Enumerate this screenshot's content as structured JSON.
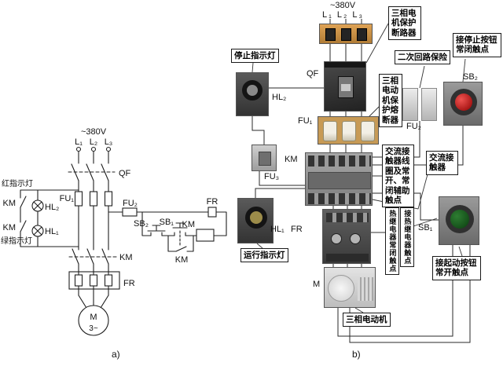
{
  "schematic": {
    "voltage": "~380V",
    "phases": [
      "L₁",
      "L₂",
      "L₃"
    ],
    "labels": {
      "qf": "QF",
      "fu1": "FU₁",
      "fu2": "FU₂",
      "km": "KM",
      "hl2": "HL₂",
      "hl1": "HL₁",
      "sb2": "SB₂",
      "sb1": "SB₁",
      "fr": "FR",
      "motor": "M",
      "motor_phase": "3~",
      "red_light": "红指示灯",
      "green_light": "绿指示灯"
    },
    "caption": "a)"
  },
  "wiring": {
    "voltage": "~380V",
    "phases": "L₁ L₂ L₃",
    "labels": {
      "qf": "QF",
      "fu1": "FU₁",
      "fu2": "FU₂",
      "fu3": "FU₃",
      "km": "KM",
      "fr": "FR",
      "hl1": "HL₁",
      "hl2": "HL₂",
      "sb1": "SB₁",
      "sb2": "SB₂",
      "m": "M"
    },
    "callouts": {
      "breaker": "三相电机保护断路器",
      "stop_light": "停止指示灯",
      "secondary_fuse": "二次回路保险",
      "stop_button": "接停止按钮常闭触点",
      "motor_fuse": "三相电动机保护熔断器",
      "coil_aux": "交流接触器线圈及常开、常闭辅助触点",
      "contactor": "交流接触器",
      "run_light": "运行指示灯",
      "thermal_nc": "热继电器常闭触点",
      "thermal_connect": "接热继电器触点",
      "start_button": "接起动按钮常开触点",
      "motor": "三相电动机"
    },
    "caption": "b)"
  },
  "colors": {
    "line": "#1f1f1f",
    "callout_border": "#1a1a1a",
    "button_red": "#8e0000",
    "button_green": "#0b3d10",
    "fuse_base_tan": "#c79a55",
    "terminal_strip_orange": "#dfa355"
  }
}
